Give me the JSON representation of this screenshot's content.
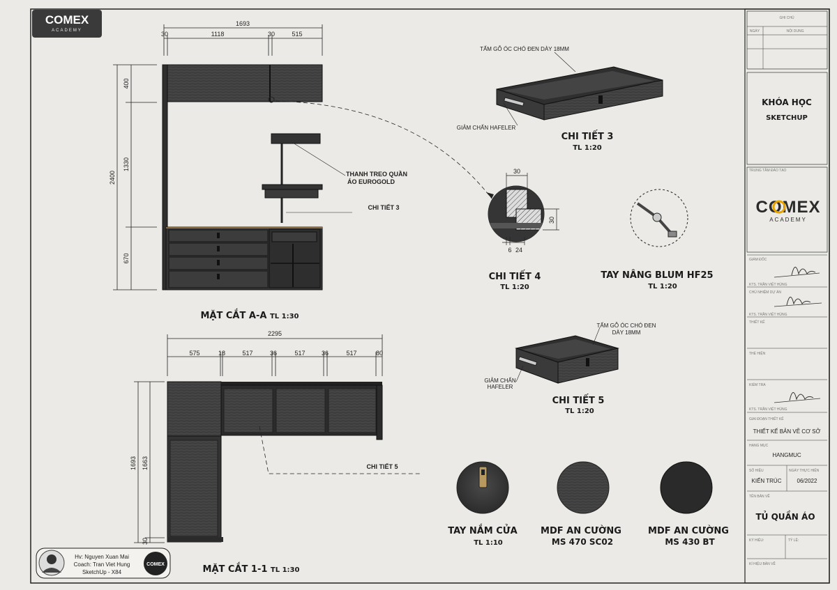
{
  "brand": {
    "logo_top": "COMEX",
    "logo_bottom": "ACADEMY",
    "small_logo": "COMEX"
  },
  "section_aa": {
    "title": "MẶT CẮT A-A",
    "scale": "TL 1:30",
    "dim_top_total": "1693",
    "dim_top": [
      "30",
      "1118",
      "30",
      "515"
    ],
    "dim_left_total": "2400",
    "dim_left": [
      "400",
      "1330",
      "670"
    ],
    "label_rail_1": "THANH TREO QUẦN",
    "label_rail_2": "ÁO EUROGOLD",
    "label_detail3": "CHI TIẾT 3"
  },
  "section_11": {
    "title": "MẶT CẮT 1-1",
    "scale": "TL 1:30",
    "dim_top_total": "2295",
    "dim_top": [
      "575",
      "18",
      "517",
      "36",
      "517",
      "36",
      "517",
      "80"
    ],
    "dim_left_total": "1693",
    "dim_left_inner": "1663",
    "dim_bottom": "30",
    "label_detail5": "CHI TIẾT 5"
  },
  "detail3": {
    "title": "CHI TIẾT 3",
    "scale": "TL 1:20",
    "label_board": "TẤM GỖ ÓC CHÓ ĐEN DÀY 18MM",
    "label_hafele": "GIẢM CHẤN HAFELER"
  },
  "detail4": {
    "title": "CHI TIẾT 4",
    "scale": "TL 1:20",
    "dim_top": "30",
    "dim_right": "30",
    "dim_b1": "6",
    "dim_b2": "24"
  },
  "blum": {
    "title": "TAY NÂNG BLUM HF25",
    "scale": "TL 1:20"
  },
  "detail5": {
    "title": "CHI TIẾT 5",
    "scale": "TL 1:20",
    "label_board_1": "TẤM GỖ ÓC CHÓ ĐEN",
    "label_board_2": "DÀY 18MM",
    "label_hafele_1": "GIẢM CHẤN",
    "label_hafele_2": "HAFELER"
  },
  "materials": [
    {
      "title": "TAY NẮM CỬA",
      "sub": "TL 1:10"
    },
    {
      "title": "MDF AN CƯỜNG",
      "sub": "MS 470 SC02"
    },
    {
      "title": "MDF AN CƯỜNG",
      "sub": "MS 430 BT"
    }
  ],
  "credits": {
    "student": "Hv: Nguyen Xuan Mai",
    "coach": "Coach: Tran Viet Hung",
    "software": "SketchUp - X84"
  },
  "title_block": {
    "notes_header": "GHI CHÚ",
    "notes_col1": "NGÀY",
    "notes_col2": "NỘI DUNG",
    "course_1": "KHÓA HỌC",
    "course_2": "SKETCHUP",
    "center_label": "TRUNG TÂM ĐÀO TẠO",
    "director_label": "GIÁM ĐỐC",
    "director_name": "KTS. TRẦN VIỆT HÙNG",
    "chief_label": "CHỦ NHIỆM DỰ ÁN",
    "chief_name": "KTS. TRẦN VIỆT HÙNG",
    "design_label": "THIẾT KẾ",
    "draw_label": "THỂ HIỆN",
    "check_label": "KIỂM TRA",
    "check_name": "KTS. TRẦN VIỆT HÙNG",
    "phase_label": "GIAI ĐOẠN THIẾT KẾ",
    "phase": "THIẾT KẾ BẢN VẼ CƠ SỞ",
    "item_label": "HẠNG MỤC",
    "item": "HANGMUC",
    "code_label": "SỐ HIỆU",
    "date_label": "NGÀY THỰC HIỆN",
    "discipline": "KIẾN TRÚC",
    "date": "06/2022",
    "drawing_label": "TÊN BẢN VẼ",
    "drawing_name": "TỦ QUẦN ÁO",
    "sheet_label": "KÝ HIỆU:",
    "scale_label": "TỶ LỆ:",
    "file_label": "KÍ HIỆU BẢN VẼ"
  }
}
